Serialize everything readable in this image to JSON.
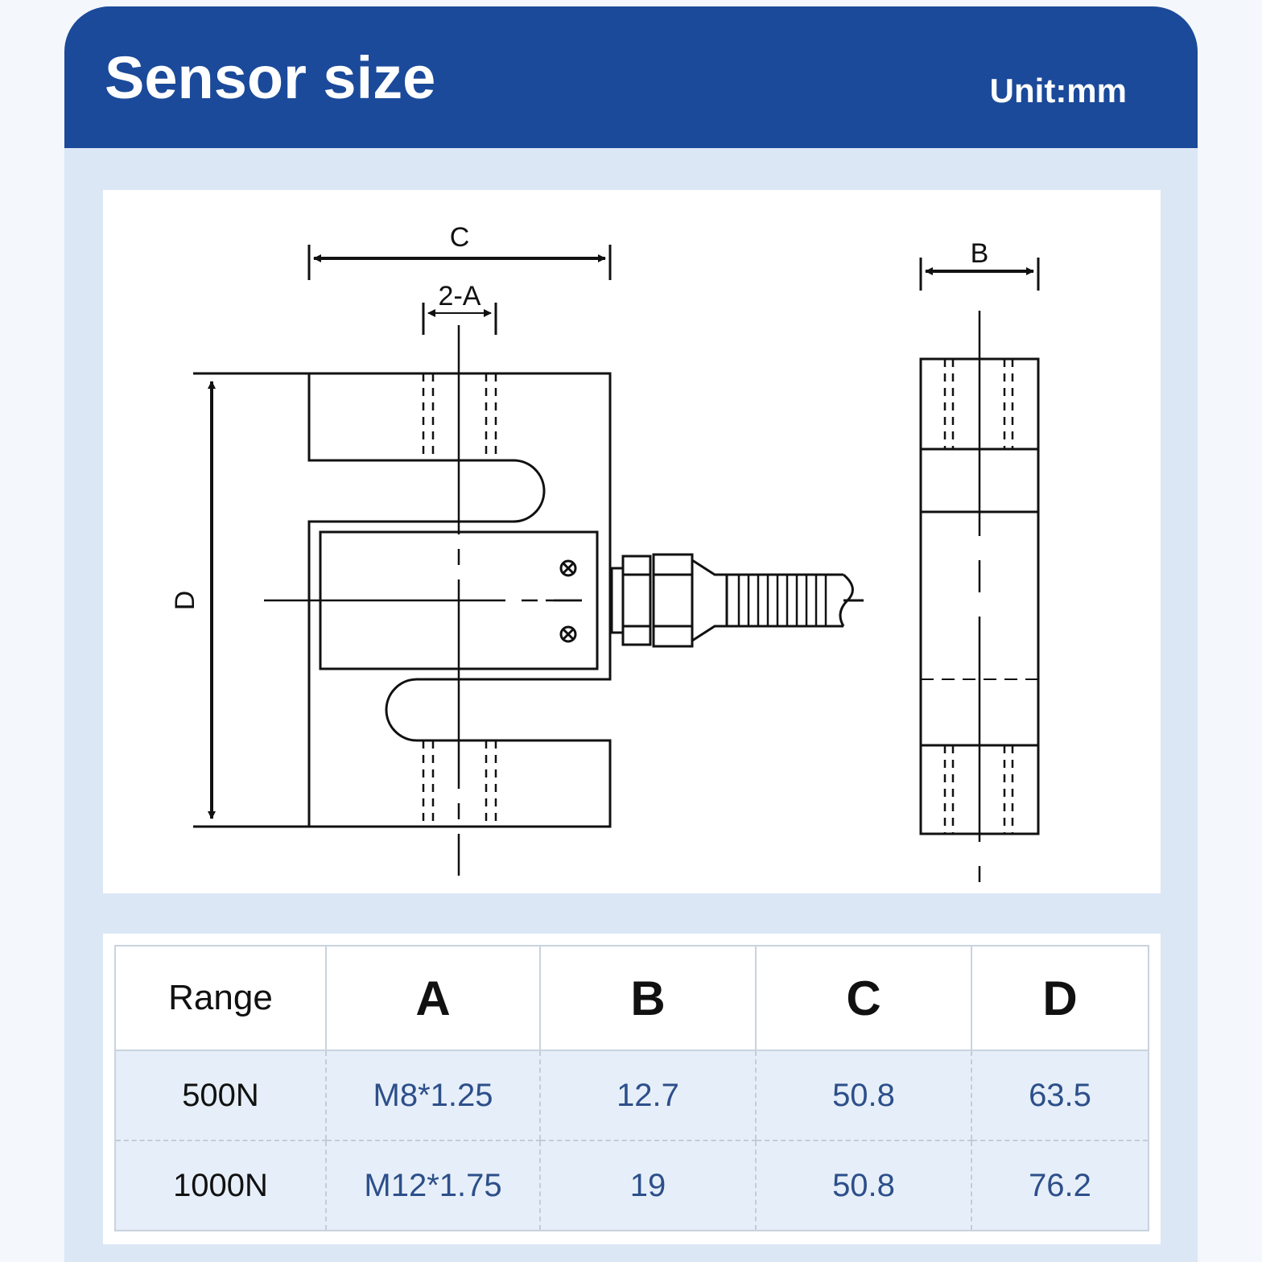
{
  "header": {
    "title": "Sensor size",
    "unit": "Unit:mm"
  },
  "drawing": {
    "label_c": "C",
    "label_2a": "2-A",
    "label_d": "D",
    "label_b": "B"
  },
  "table": {
    "headers": [
      "Range",
      "A",
      "B",
      "C",
      "D"
    ],
    "rows": [
      [
        "500N",
        "M8*1.25",
        "12.7",
        "50.8",
        "63.5"
      ],
      [
        "1000N",
        "M12*1.75",
        "19",
        "50.8",
        "76.2"
      ]
    ]
  }
}
